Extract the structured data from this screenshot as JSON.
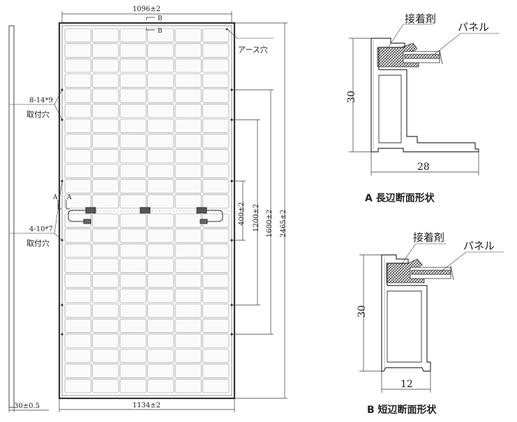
{
  "front_view": {
    "dim_top_width": "1096±2",
    "dim_bottom_width": "1134±2",
    "dim_frame_depth": "30±0.5",
    "dim_hole_400": "400±2",
    "dim_hole_1200": "1200±2",
    "dim_hole_1600": "1600±2",
    "dim_height": "2465±2",
    "label_mount_holes_big_size": "8-14*9",
    "label_mount_holes_big": "取付穴",
    "label_mount_holes_small_size": "4-10*7",
    "label_mount_holes_small": "取付穴",
    "label_ground_hole": "アース穴",
    "section_mark_b": "B",
    "section_mark_a": "A"
  },
  "section_a": {
    "label_adhesive": "接着剤",
    "label_panel": "パネル",
    "dim_height": "30",
    "dim_width": "28",
    "caption": "A 長辺断面形状"
  },
  "section_b": {
    "label_adhesive": "接着剤",
    "label_panel": "パネル",
    "dim_height": "30",
    "dim_width": "12",
    "caption": "B 短辺断面形状"
  }
}
